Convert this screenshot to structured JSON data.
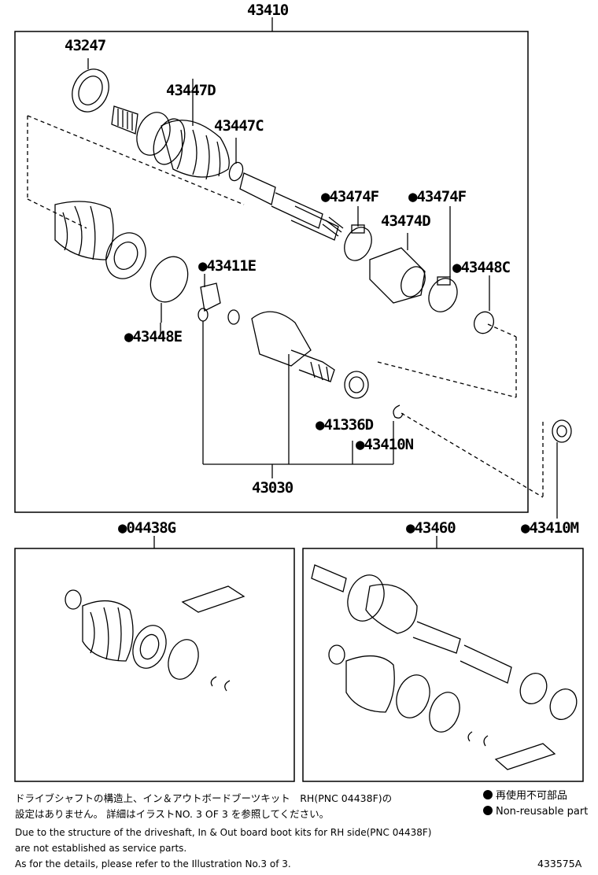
{
  "labels": {
    "top_assy": "43410",
    "p43247": "43247",
    "p43447D": "43447D",
    "p43447C": "43447C",
    "p43474F_a": "●43474F",
    "p43474F_b": "●43474F",
    "p43474D": "43474D",
    "p43448C": "●43448C",
    "p43411E": "●43411E",
    "p43448E": "●43448E",
    "p41336D": "●41336D",
    "p43410N": "●43410N",
    "p43030": "43030",
    "p04438G": "●04438G",
    "p43460": "●43460",
    "p43410M": "●43410M"
  },
  "notes": {
    "jp_line1": "ドライブシャフトの構造上、イン＆アウトボードブーツキット　RH(PNC 04438F)の",
    "jp_line2": "設定はありません。 詳細はイラストNO. 3 OF 3 を参照してください。",
    "en_line1": "Due to the structure of the driveshaft, In & Out board boot kits for RH side(PNC 04438F)",
    "en_line2": "are not established as service parts.",
    "en_line3": "As for the details, please refer to the Illustration No.3 of 3."
  },
  "legend": {
    "jp": "再使用不可部品",
    "en": "Non-reusable part"
  },
  "illustration_id": "433575A"
}
